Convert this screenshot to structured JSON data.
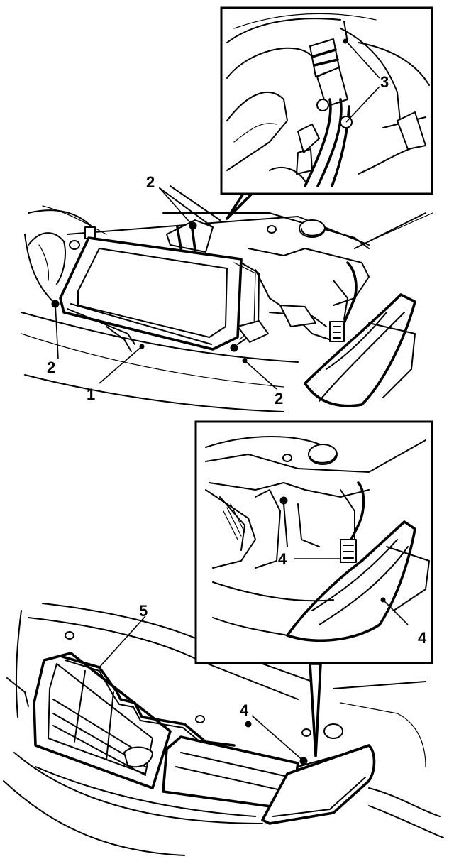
{
  "callouts": {
    "c1": "1",
    "c2a": "2",
    "c2b": "2",
    "c2c": "2",
    "c3": "3",
    "c4a": "4",
    "c4b": "4",
    "c4c": "4",
    "c5": "5"
  }
}
